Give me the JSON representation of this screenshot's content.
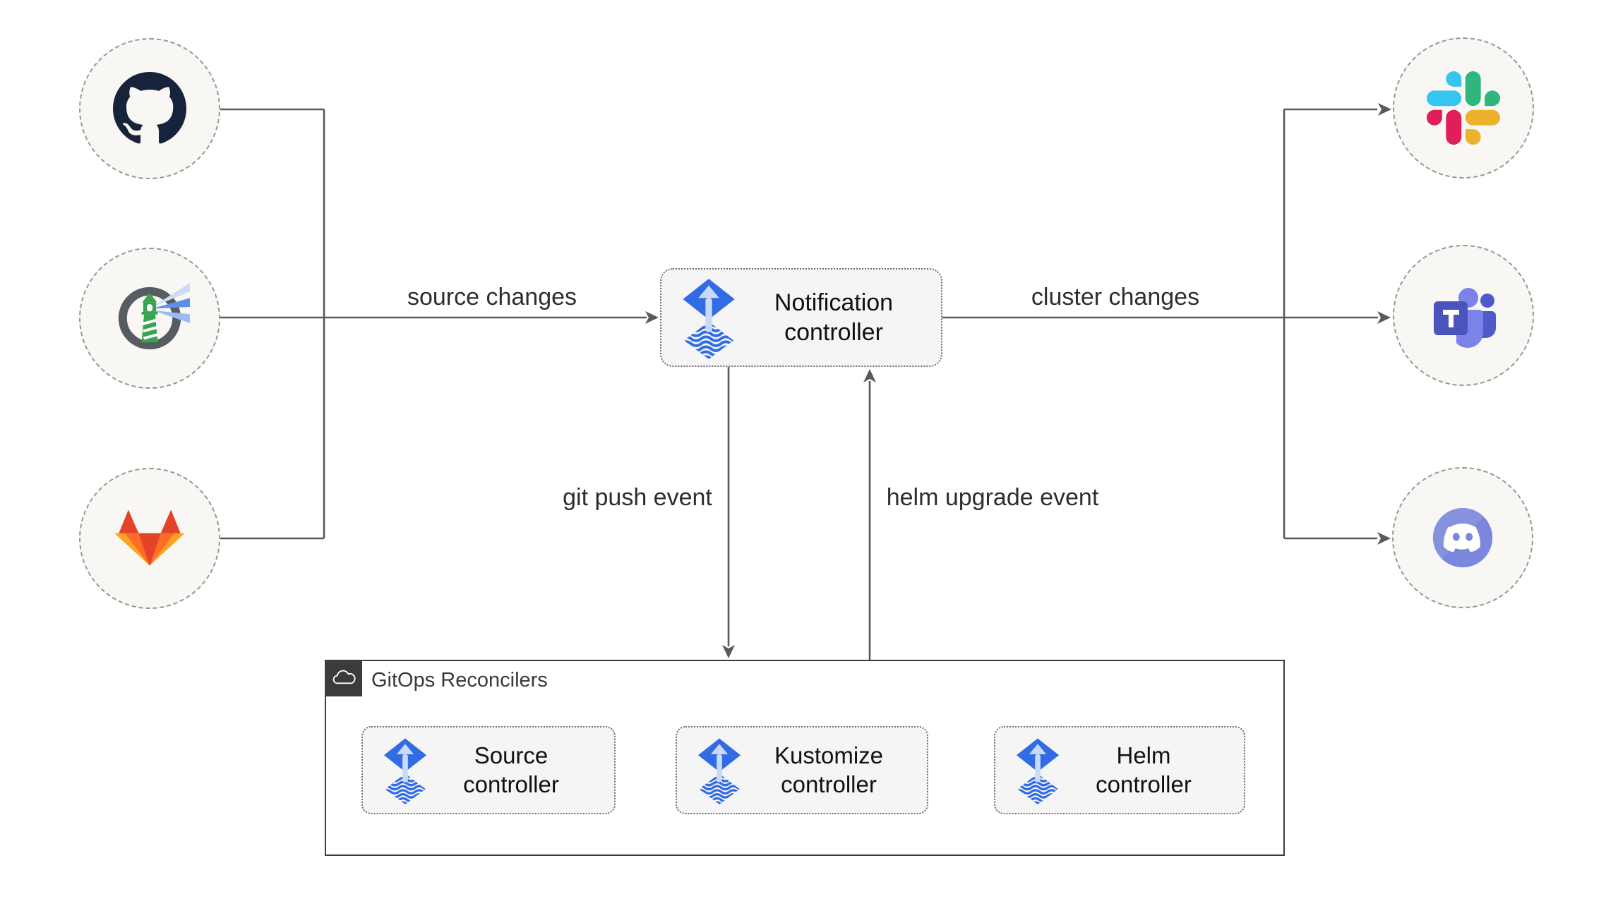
{
  "edges": {
    "source_changes": "source changes",
    "cluster_changes": "cluster changes",
    "git_push_event": "git push event",
    "helm_upgrade_event": "helm upgrade event"
  },
  "notification_controller": {
    "label": "Notification controller",
    "icon": "flux-icon"
  },
  "gitops_reconcilers": {
    "title": "GitOps Reconcilers",
    "icon": "cloud-icon",
    "controllers": [
      {
        "label": "Source controller",
        "icon": "flux-icon"
      },
      {
        "label": "Kustomize controller",
        "icon": "flux-icon"
      },
      {
        "label": "Helm controller",
        "icon": "flux-icon"
      }
    ]
  },
  "event_sources": [
    {
      "icon": "github-icon"
    },
    {
      "icon": "harbor-icon"
    },
    {
      "icon": "gitlab-icon"
    }
  ],
  "notification_targets": [
    {
      "icon": "slack-icon"
    },
    {
      "icon": "teams-icon"
    },
    {
      "icon": "discord-icon"
    }
  ],
  "colors": {
    "flux_blue": "#316ce4",
    "flux_arrow_light": "#c9d9f6",
    "connector_gray": "#5a5a5a",
    "circle_fill": "#f8f7f4",
    "circle_border": "#979797",
    "box_fill": "#f5f5f5",
    "box_border": "#6e6e6e",
    "container_border": "#3c3c3c",
    "header_square": "#3b3b3b",
    "github_dark": "#17233a",
    "harbor_green": "#3aa34f",
    "harbor_ring_gray": "#575c63",
    "gitlab_red": "#e24329",
    "gitlab_orange": "#fc6d26",
    "gitlab_yellow": "#fca326",
    "slack_blue": "#36c5f0",
    "slack_green": "#2eb67d",
    "slack_yellow": "#ecb22e",
    "slack_pink": "#e01e5a",
    "teams_indigo": "#4b53bc",
    "teams_light": "#7b83eb",
    "teams_mid": "#5059c9",
    "discord_blurple": "#7a87dd"
  }
}
